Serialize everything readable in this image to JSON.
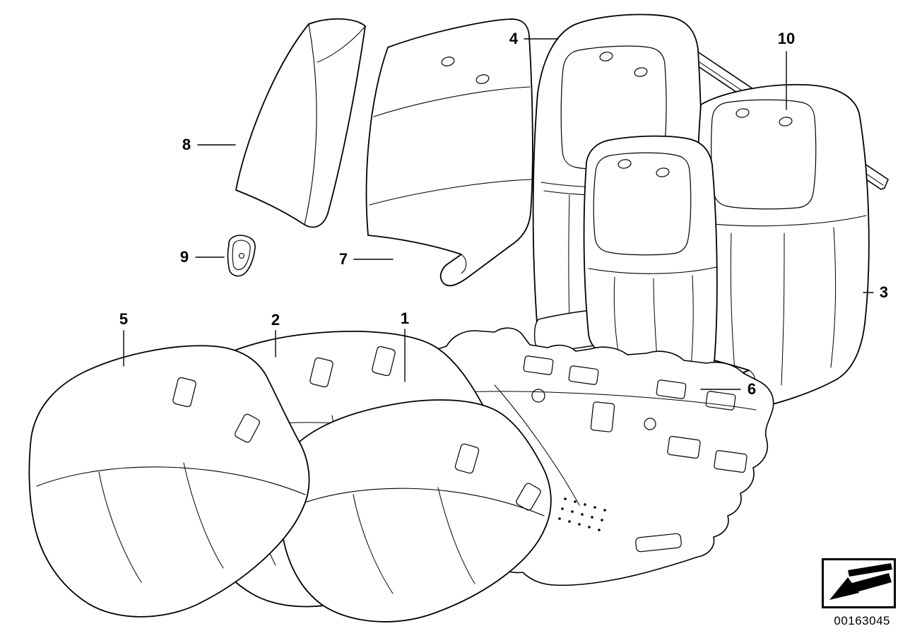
{
  "meta": {
    "drawing_number": "00163045"
  },
  "callouts": [
    {
      "label": "1"
    },
    {
      "label": "2"
    },
    {
      "label": "3"
    },
    {
      "label": "4"
    },
    {
      "label": "5"
    },
    {
      "label": "6"
    },
    {
      "label": "7"
    },
    {
      "label": "8"
    },
    {
      "label": "9"
    },
    {
      "label": "10"
    }
  ],
  "colors": {
    "line": "#000000",
    "background": "#ffffff"
  }
}
